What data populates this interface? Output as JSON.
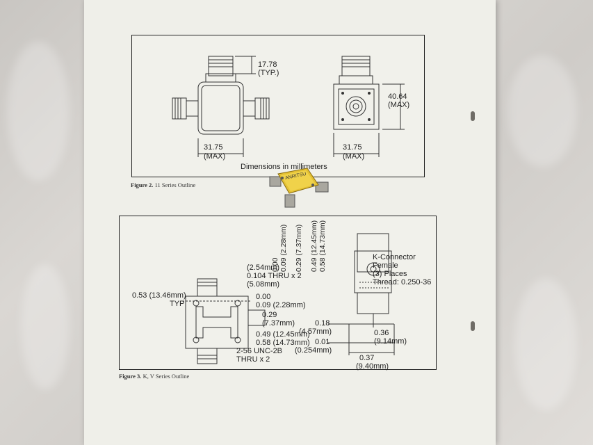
{
  "figure2": {
    "caption_label": "Figure 2.",
    "caption_text": "11 Series Outline",
    "dim_typ_value": "17.78",
    "dim_typ_note": "(TYP.)",
    "dim_width_left": "31.75",
    "dim_width_left_note": "(MAX)",
    "dim_height_right": "40.64",
    "dim_height_right_note": "(MAX)",
    "dim_width_right": "31.75",
    "dim_width_right_note": "(MAX)",
    "dimensions_note": "Dimensions in millimeters"
  },
  "component": {
    "label": "ANRITSU"
  },
  "figure3": {
    "caption_label": "Figure 3.",
    "caption_text": "K, V Series Outline",
    "vertical_left": [
      "0.00",
      "0.09 (2.28mm)",
      "0.29 (7.37mm)",
      "0.49 (12.45mm)",
      "0.58 (14.73mm)"
    ],
    "hole_dia_mm": "(2.54mm)",
    "hole_thru": "0.104 THRU x 2",
    "hole_depth_mm": "(5.08mm)",
    "typ_dim": "0.53 (13.46mm)",
    "typ_label": "TYP",
    "right_0": "0.00",
    "right_009": "0.09 (2.28mm)",
    "right_029": "0.29",
    "right_029_mm": "(7.37mm)",
    "bottom_049": "0.49 (12.45mm)",
    "bottom_058": "0.58 (14.73mm)",
    "screw": "2-56 UNC-2B",
    "screw_thru": "THRU x 2",
    "connector_title": "K-Connector",
    "connector_type": "Female",
    "connector_places": "(3) Places",
    "connector_thread": "Thread: 0.250-36",
    "side_018": "0.18",
    "side_018_mm": "(4.57mm)",
    "side_001": "0.01",
    "side_001_mm": "(0.254mm)",
    "side_036": "0.36",
    "side_036_mm": "(9.14mm)",
    "side_037": "0.37",
    "side_037_mm": "(9.40mm)"
  }
}
